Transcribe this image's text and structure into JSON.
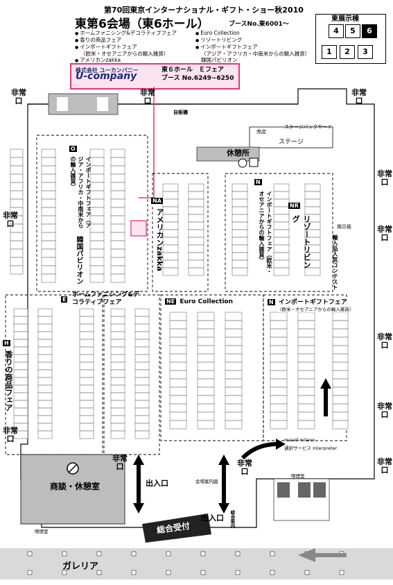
{
  "header": {
    "event_title": "第70回東京インターナショナル・ギフト・ショー秋2010",
    "venue_title": "東第6会場（東6ホール）",
    "booth_range": "ブースNo.東6001〜"
  },
  "legend": {
    "left": [
      "ホームファニシング&デコラティブフェア",
      "香りの商品フェア",
      "インポートギフトフェア",
      "（欧米・オセアニアからの輸入雑貨）",
      "アメリカンzakka"
    ],
    "right": [
      "Euro Collection",
      "リゾートリビング",
      "インポートギフトフェア",
      "（アジア・アフリカ・中南米からの輸入雑貨）",
      "韓国パビリオン"
    ]
  },
  "hall_indicator": {
    "title": "東展示棟",
    "top_row": [
      "4",
      "5",
      "6"
    ],
    "bottom_row": [
      "1",
      "2",
      "3"
    ],
    "active": "6"
  },
  "company": {
    "logo_line1": "株式会社 ユーカンパニー",
    "logo_brand": "U-company",
    "name": "株式会社 ユーカンパニー",
    "location": "東６ホール　Ｅフェア",
    "booth": "ブース No.6249~6250"
  },
  "labels": {
    "emergency": "非常口",
    "kyukeisho": "休憩所",
    "stage": "ステージ",
    "stage_back": "ステージバックヤード",
    "baiten": "売店",
    "jihanki": "自販機",
    "shodan": "商談・休憩室",
    "deiriguchi": "出入口",
    "sogo": "総合受付",
    "galleria": "ガレリア",
    "interpreter": "通訳サービス Interpreter",
    "smoking_room": "喫煙室",
    "kaijo_annai": "会場案内図",
    "hokoku": "輸入品人気コンテスト",
    "keijiban": "掲示板",
    "macef": "macef milano",
    "sogo_annai": "総合案内"
  },
  "zones": [
    {
      "badge": "O",
      "name": "インポートギフトフェア（アジア・アフリカ・中南米からの輸入雑貨）"
    },
    {
      "badge": "NA",
      "name": "アメリカンzakka"
    },
    {
      "badge": "N",
      "name": "インポートギフトフェア（欧米・オセアニアからの輸入雑貨）"
    },
    {
      "badge": "NR",
      "name": "リゾートリビング"
    },
    {
      "badge": "E",
      "name": "ホームファニシング&デコラティブフェア"
    },
    {
      "badge": "NE",
      "name": "Euro Collection"
    },
    {
      "badge": "N",
      "name": "インポートギフトフェア"
    },
    {
      "badge": "N_sub",
      "name": "（欧米・オセアニアからの輸入雑貨）"
    },
    {
      "badge": "H",
      "name": "香りの商品フェア"
    },
    {
      "badge": "",
      "name": "韓国パビリオン"
    }
  ],
  "colors": {
    "highlight_pink": "#e2357e",
    "highlight_fill": "#fbe4ee",
    "rest_gray": "#bdbdbd",
    "brand_blue": "#1a2b7a"
  },
  "icons": [
    "restroom-icon",
    "no-smoking-icon",
    "coffee-icon",
    "elevator-icon",
    "arrow-up-icon",
    "arrow-left-icon"
  ]
}
